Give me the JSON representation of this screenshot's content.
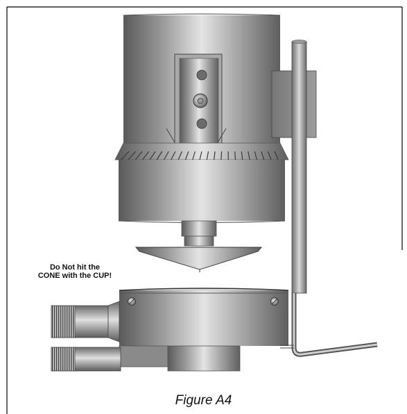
{
  "annotation": {
    "line1": "Do Not hit the",
    "line2": "CONE with the CUP!"
  },
  "caption": "Figure A4",
  "colors": {
    "metal_dark": "#5e5e5e",
    "metal_light": "#e6e6e6",
    "frame": "#000000"
  }
}
